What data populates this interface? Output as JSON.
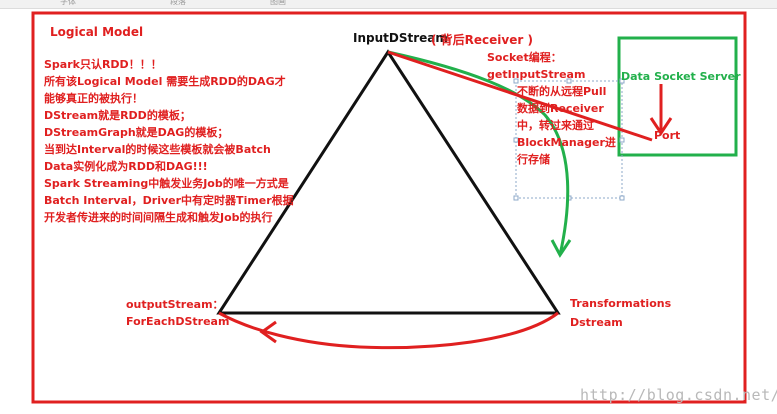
{
  "menu": {
    "items": [
      "字体",
      "段落",
      "图画"
    ]
  },
  "diagram": {
    "title": "Logical Model",
    "input_node": "InputDStream",
    "input_note": "( 背后Receiver )",
    "notes": [
      "Spark只认RDD！！！",
      "所有该Logical Model 需要生成RDD的DAG才",
      "能够真正的被执行！",
      "DStream就是RDD的模板；",
      "DStreamGraph就是DAG的模板；",
      "当到达Interval的时候这些模板就会被Batch",
      "Data实例化成为RDD和DAG!!!",
      "Spark Streaming中触发业务Job的唯一方式是",
      "Batch Interval，Driver中有定时器Timer根据",
      "开发者传进来的时间间隔生成和触发Job的执行"
    ],
    "socket_title": "Socket编程：",
    "socket_func": "getInputStream",
    "socket_desc": [
      "不断的从远程Pull",
      "数据到Receiver",
      "中，转过来通过",
      "BlockManager进",
      "行存储"
    ],
    "server": "Data Socket Server",
    "port": "Port",
    "transform": [
      "Transformations",
      "Dstream"
    ],
    "output": [
      "outputStream：",
      "ForEachDStream"
    ],
    "colors": {
      "red": "#e02020",
      "green": "#22b04b",
      "black": "#111111"
    }
  },
  "watermark": "http://blog.csdn.net/"
}
